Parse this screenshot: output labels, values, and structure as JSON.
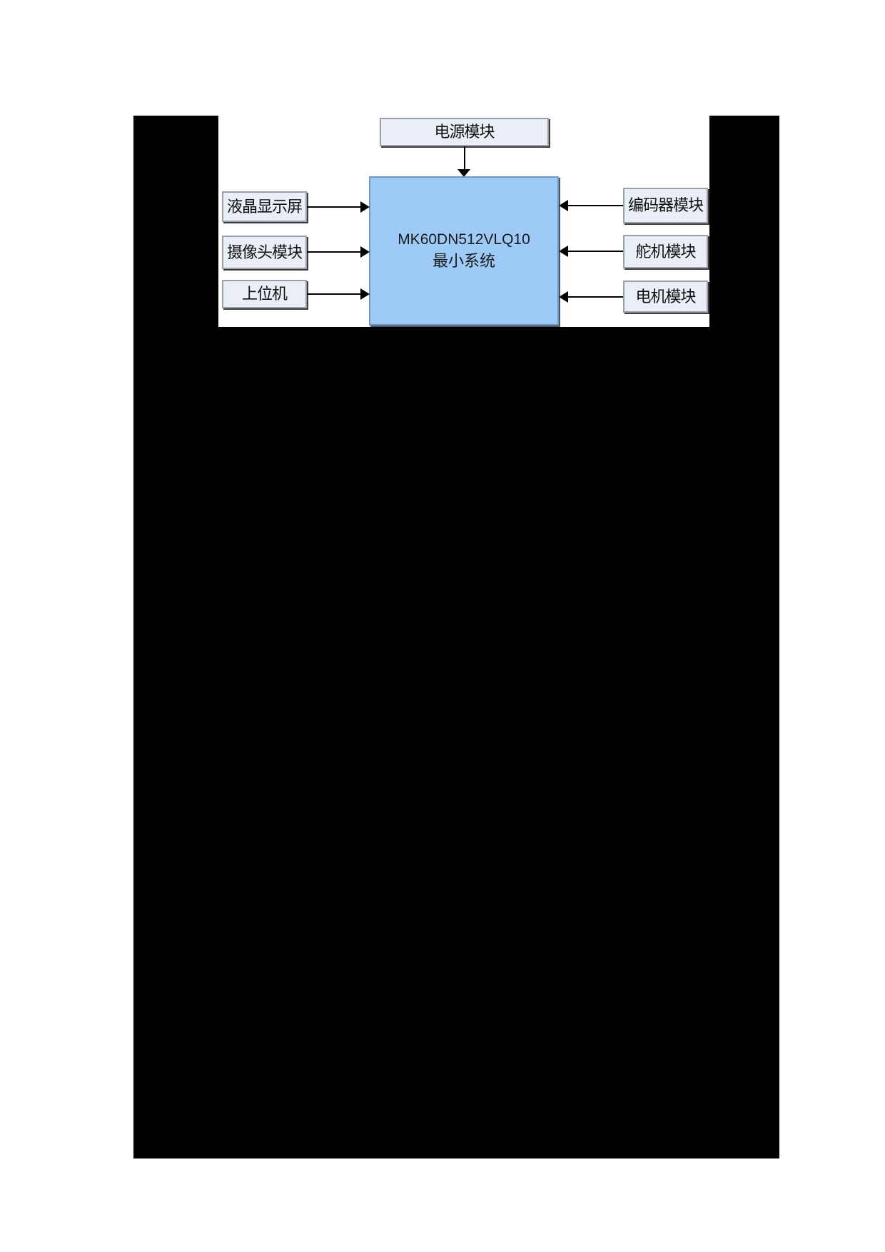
{
  "colors": {
    "page_bg": "#ffffff",
    "redaction": "#000000",
    "module_box_fill": "#eaeef7",
    "module_box_border": "#99a0ac",
    "mcu_fill": "#9dcaf7",
    "mcu_border": "#7397ba",
    "connector": "#000000",
    "text": "#111111"
  },
  "diagram": {
    "power_module": "电源模块",
    "mcu_line1": "MK60DN512VLQ10",
    "mcu_line2": "最小系统",
    "left_modules": [
      "液晶显示屏",
      "摄像头模块",
      "上位机"
    ],
    "right_modules": [
      "编码器模块",
      "舵机模块",
      "电机模块"
    ]
  }
}
